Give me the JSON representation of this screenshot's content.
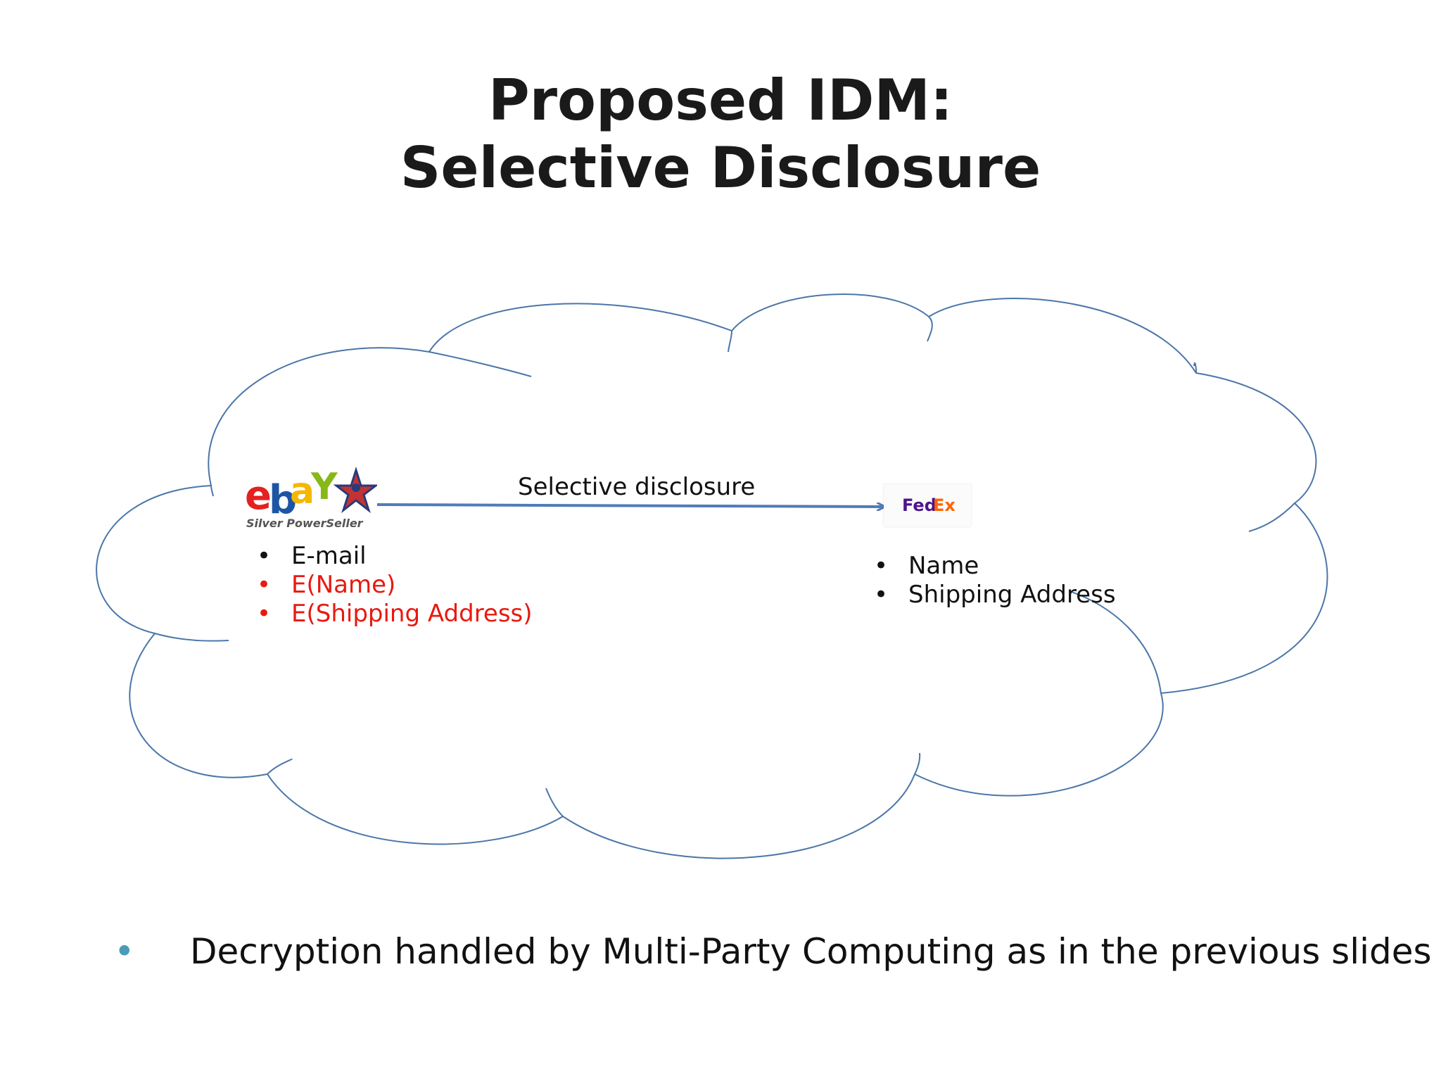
{
  "slide": {
    "title_line1": "Proposed IDM:",
    "title_line2": "Selective Disclosure"
  },
  "diagram": {
    "edge_label": "Selective disclosure",
    "source": {
      "logo_text_main": "ebay",
      "logo_text_sub": "Silver PowerSeller",
      "attributes": [
        {
          "bullet": "•",
          "text": "E-mail",
          "color": "#111111"
        },
        {
          "bullet": "•",
          "text": "E(Name)",
          "color": "#e8190f"
        },
        {
          "bullet": "•",
          "text": "E(Shipping Address)",
          "color": "#e8190f"
        }
      ]
    },
    "target": {
      "logo_text_fed": "Fed",
      "logo_text_ex": "Ex",
      "attributes": [
        {
          "bullet": "•",
          "text": "Name"
        },
        {
          "bullet": "•",
          "text": "Shipping Address"
        }
      ]
    }
  },
  "footer": {
    "bullet": "•",
    "text": "Decryption handled by Multi-Party Computing as in the previous slides"
  },
  "colors": {
    "cloud_stroke": "#4b76a8",
    "arrow": "#4f7cba",
    "encrypted_text": "#e8190f",
    "footer_bullet": "#4a9cb8",
    "fedex_purple": "#4d148c",
    "fedex_orange": "#ff6600"
  }
}
